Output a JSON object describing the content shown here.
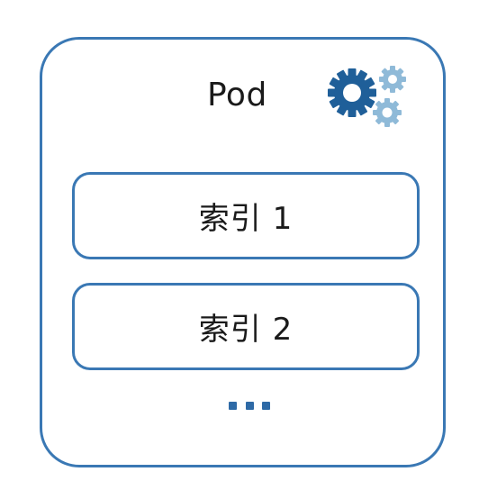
{
  "pod": {
    "title": "Pod"
  },
  "indexes": [
    {
      "label": "索引 1"
    },
    {
      "label": "索引 2"
    }
  ],
  "icons": {
    "gears": "gears-icon",
    "more": "ellipsis-icon"
  },
  "colors": {
    "border": "#3a78b4",
    "gear_dark": "#1f5f99",
    "gear_light": "#8fbad8"
  }
}
